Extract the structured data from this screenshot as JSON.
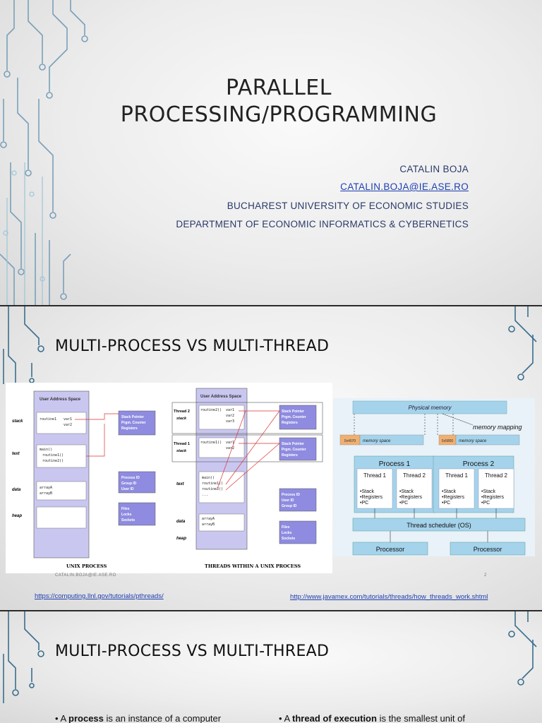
{
  "slide1": {
    "title_line1": "PARALLEL",
    "title_line2": "PROCESSING/PROGRAMMING",
    "author": "CATALIN BOJA",
    "email": "CATALIN.BOJA@IE.ASE.RO",
    "university": "BUCHAREST UNIVERSITY OF ECONOMIC STUDIES",
    "department": "DEPARTMENT OF ECONOMIC INFORMATICS & CYBERNETICS"
  },
  "slide2": {
    "title": "MULTI-PROCESS VS MULTI-THREAD",
    "footer_email": "CATALIN.BOJA@IE.ASE.RO",
    "page_number": "2",
    "link_left": "https://computing.llnl.gov/tutorials/pthreads/",
    "link_right": "http://www.javamex.com/tutorials/threads/how_threads_work.shtml",
    "unix_fig": {
      "left_caption": "UNIX PROCESS",
      "right_caption": "THREADS WITHIN A UNIX PROCESS",
      "user_address_space": "User Address Space",
      "seg_stack": "stack",
      "seg_text": "text",
      "seg_data": "data",
      "seg_heap": "heap",
      "stack_code_1": "routine1",
      "stack_code_2": "var1",
      "stack_code_3": "var2",
      "stack_code_4": "var3",
      "text_code_1": "main()",
      "text_code_2": "routine1()",
      "text_code_3": "routine2()",
      "data_code_1": "arrayA",
      "data_code_2": "arrayB",
      "reg_box": "Stack Pointer\nPrgm. Counter\nRegisters",
      "pid_box": "Process ID\nGroup ID\nUser ID",
      "pid_box_2": "Process ID\nUser ID\nGroup ID",
      "files_box": "Files\nLocks\nSockets",
      "thread2_stack": "Thread 2 stack",
      "thread1_stack": "Thread 1 stack",
      "thread2_label": "Thread 2",
      "thread1_label": "Thread 1",
      "stack_word": "stack",
      "t2_code_1": "routine2()",
      "t1_code_1": "routine1()",
      "ellipsis": "..."
    },
    "mem_fig": {
      "physical_memory": "Physical memory",
      "memory_mapping": "memory mapping",
      "memory_space": "memory space",
      "addr1": "0x4070",
      "addr2": "0x5800",
      "process1": "Process 1",
      "process2": "Process 2",
      "thread1": "Thread 1",
      "thread2": "Thread 2",
      "bullets": "•Stack\n•Registers\n•PC",
      "scheduler": "Thread scheduler (OS)",
      "processor": "Processor"
    }
  },
  "slide3": {
    "title": "MULTI-PROCESS VS MULTI-THREAD",
    "bullet_left_pre": "A ",
    "bullet_left_bold": "process",
    "bullet_left_post": " is an instance of a computer",
    "bullet_right_pre": "A ",
    "bullet_right_bold": "thread of execution",
    "bullet_right_post": " is the smallest unit of"
  }
}
